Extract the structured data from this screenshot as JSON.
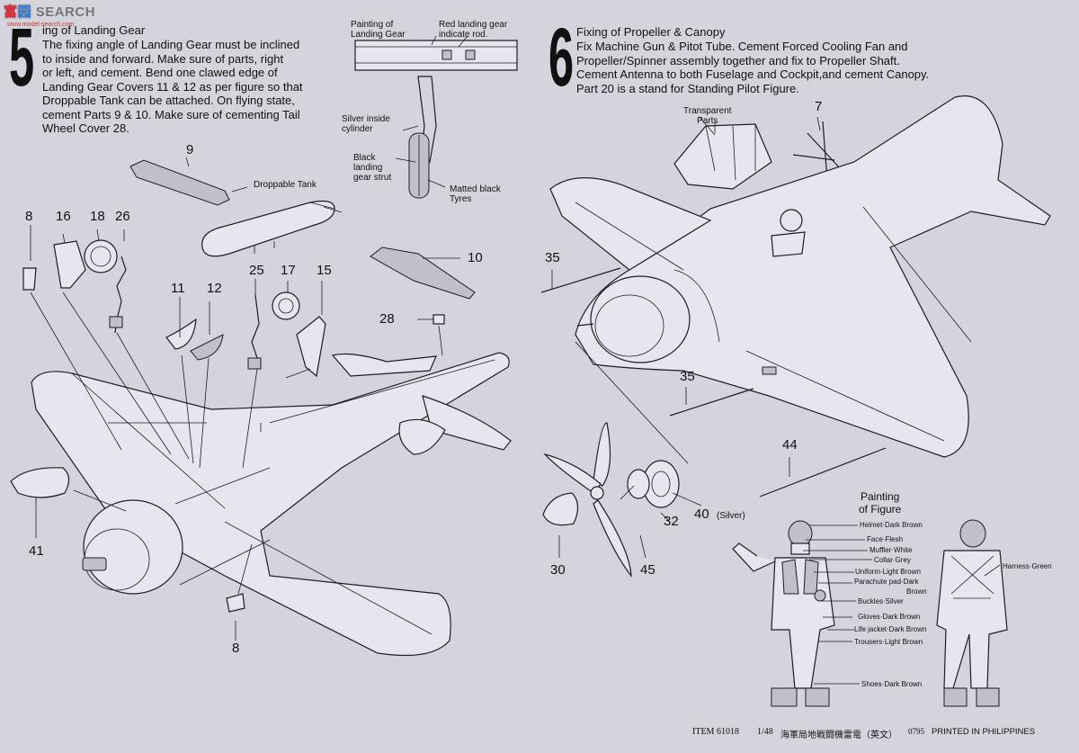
{
  "watermark": {
    "brand": "SEARCH",
    "prefix_a": "富",
    "prefix_b": "园",
    "sub": "www.model-search.com"
  },
  "step5": {
    "number": "5",
    "title": "ing of Landing Gear",
    "body": [
      "The fixing angle of Landing Gear must be inclined",
      "to inside and forward.  Make sure of parts, right",
      "or left, and cement.   Bend one clawed edge of",
      "Landing Gear Covers 11 & 12 as per figure so that",
      "Droppable Tank can be attached.  On flying state,",
      "cement Parts 9 & 10.  Make sure of cementing Tail",
      "Wheel Cover 28."
    ],
    "labels": {
      "painting_landing_gear": "Painting of\nLanding Gear",
      "red_rod": "Red landing gear\nindicate rod.",
      "silver_cyl": "Silver inside\ncylinder",
      "black_strut": "Black\nlanding\ngear strut",
      "matted": "Matted black\nTyres",
      "droppable": "Droppable Tank"
    },
    "parts": {
      "p9": "9",
      "p10": "10",
      "p8a": "8",
      "p16": "16",
      "p18": "18",
      "p26": "26",
      "p11": "11",
      "p12": "12",
      "p25": "25",
      "p17": "17",
      "p15": "15",
      "p28": "28",
      "p41": "41",
      "p8b": "8"
    }
  },
  "step6": {
    "number": "6",
    "title": "Fixing of Propeller & Canopy",
    "body": [
      "Fix Machine Gun & Pitot Tube.  Cement Forced Cooling Fan and",
      "Propeller/Spinner assembly together and fix to Propeller Shaft.",
      "Cement Antenna to both Fuselage and Cockpit,and cement Canopy.",
      "Part 20 is a stand for Standing Pilot Figure."
    ],
    "labels": {
      "transparent": "Transparent\nParts",
      "silver": "(Silver)"
    },
    "parts": {
      "p7": "7",
      "p35a": "35",
      "p35b": "35",
      "p44": "44",
      "p40": "40",
      "p30": "30",
      "p32": "32",
      "p45": "45"
    }
  },
  "figure": {
    "title": "Painting\nof Figure",
    "items": [
      "Helmet·Dark Brown",
      "Face·Flesh",
      "Muffler·White",
      "Collar·Grey",
      "Uniform·Light Brown",
      "Parachute pad·Dark",
      "Brown",
      "Buckles·Silver",
      "Gloves·Dark Brown",
      "Life jacket·Dark Brown",
      "Trousers·Light Brown",
      "Shoes·Dark Brown"
    ],
    "harness": "Harness·Green"
  },
  "footer": {
    "item": "ITEM  61018",
    "scale": "1/48",
    "name": "海軍局地戦闘機雷電（英文）",
    "code": "0795",
    "printed": "PRINTED IN PHILIPPINES"
  }
}
